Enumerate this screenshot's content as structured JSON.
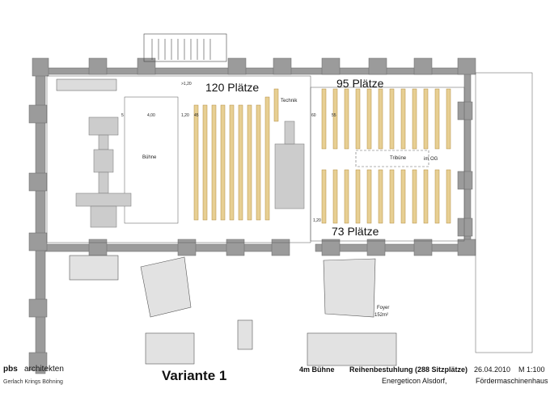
{
  "title": "Variante 1",
  "office": {
    "name": "pbs",
    "suffix": "architekten",
    "partners": "Gerlach Krings Böhning"
  },
  "project": {
    "stage": "4m Bühne",
    "seating": "Reihenbestuhlung (288 Sitzplätze)",
    "date": "26.04.2010",
    "scale": "M 1:100",
    "client": "Energeticon Alsdorf,",
    "building": "Fördermaschinenhaus"
  },
  "rooms": {
    "stage": "Bühne",
    "technik": "Technik",
    "tribune": "Tribüne",
    "im_og": "im OG",
    "foyer": "Foyer",
    "foyer_area": "152m²"
  },
  "seating_blocks": {
    "left": "120 Plätze",
    "right_top": "95 Plätze",
    "right_bottom": "73 Plätze"
  },
  "dimensions": {
    "stage_width": "4,00",
    "aisle": "1,20",
    "edge": "5",
    "row_left": "45",
    "row_right": "55",
    "front_right": "60",
    "min_width": ">1,20"
  },
  "colors": {
    "wall": "#9b9b9b",
    "seat_fill": "#e7cf93",
    "seat_stroke": "#b38b3c",
    "stage_object": "#cccccc"
  }
}
